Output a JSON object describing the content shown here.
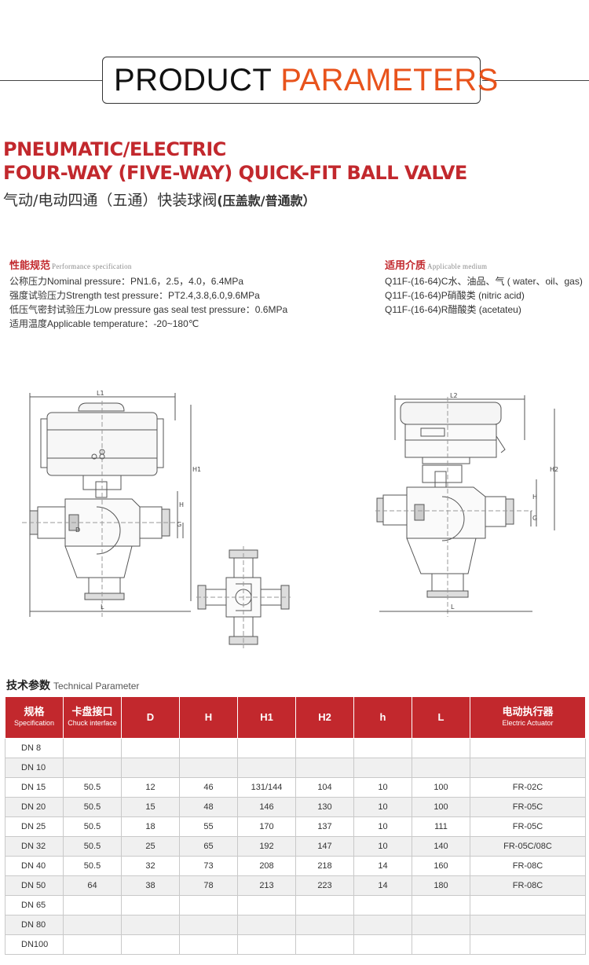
{
  "header": {
    "title_black": "PRODUCT",
    "title_accent": "PARAMETERS"
  },
  "product": {
    "title_line1": "PNEUMATIC/ELECTRIC",
    "title_line2": "FOUR-WAY (FIVE-WAY) QUICK-FIT BALL VALVE",
    "title_cn": "气动/电动四通（五通）快装球阀",
    "title_cn_suffix": "(压盖款/普通款）"
  },
  "performance": {
    "title_cn": "性能规范",
    "title_en": "Performance specification",
    "items": [
      "公称压力Nominal pressure：PN1.6，2.5，4.0，6.4MPa",
      "强度试验压力Strength test pressure：PT2.4,3.8,6.0,9.6MPa",
      "低压气密封试验压力Low pressure gas seal test pressure：0.6MPa",
      "适用温度Applicable temperature：-20~180℃"
    ]
  },
  "medium": {
    "title_cn": "适用介质",
    "title_en": "Applicable medium",
    "items": [
      "Q11F-(16-64)C水、油品、气 ( water、oil、gas)",
      "Q11F-(16-64)P硝酸类 (nitric acid)",
      "Q11F-(16-64)R醋酸类 (acetateu)"
    ]
  },
  "drawings": {
    "left_labels": {
      "l1": "L1",
      "h1": "H1",
      "h": "H",
      "g": "G",
      "l": "L",
      "d": "D"
    },
    "right_labels": {
      "l2": "L2",
      "h2": "H2",
      "h": "H",
      "g": "G",
      "l": "L"
    }
  },
  "table": {
    "title_cn": "技术参数",
    "title_en": "Technical Parameter",
    "headers": [
      {
        "main": "规格",
        "sub": "Specification"
      },
      {
        "main": "卡盘接口",
        "sub": "Chuck interface"
      },
      {
        "main": "D",
        "sub": ""
      },
      {
        "main": "H",
        "sub": ""
      },
      {
        "main": "H1",
        "sub": ""
      },
      {
        "main": "H2",
        "sub": ""
      },
      {
        "main": "h",
        "sub": ""
      },
      {
        "main": "L",
        "sub": ""
      },
      {
        "main": "电动执行器",
        "sub": "Electric Actuator"
      }
    ],
    "rows": [
      [
        "DN  8",
        "",
        "",
        "",
        "",
        "",
        "",
        "",
        ""
      ],
      [
        "DN 10",
        "",
        "",
        "",
        "",
        "",
        "",
        "",
        ""
      ],
      [
        "DN 15",
        "50.5",
        "12",
        "46",
        "131/144",
        "104",
        "10",
        "100",
        "FR-02C"
      ],
      [
        "DN 20",
        "50.5",
        "15",
        "48",
        "146",
        "130",
        "10",
        "100",
        "FR-05C"
      ],
      [
        "DN 25",
        "50.5",
        "18",
        "55",
        "170",
        "137",
        "10",
        "111",
        "FR-05C"
      ],
      [
        "DN 32",
        "50.5",
        "25",
        "65",
        "192",
        "147",
        "10",
        "140",
        "FR-05C/08C"
      ],
      [
        "DN 40",
        "50.5",
        "32",
        "73",
        "208",
        "218",
        "14",
        "160",
        "FR-08C"
      ],
      [
        "DN 50",
        "64",
        "38",
        "78",
        "213",
        "223",
        "14",
        "180",
        "FR-08C"
      ],
      [
        "DN 65",
        "",
        "",
        "",
        "",
        "",
        "",
        "",
        ""
      ],
      [
        "DN 80",
        "",
        "",
        "",
        "",
        "",
        "",
        "",
        ""
      ],
      [
        "DN100",
        "",
        "",
        "",
        "",
        "",
        "",
        "",
        ""
      ]
    ]
  }
}
